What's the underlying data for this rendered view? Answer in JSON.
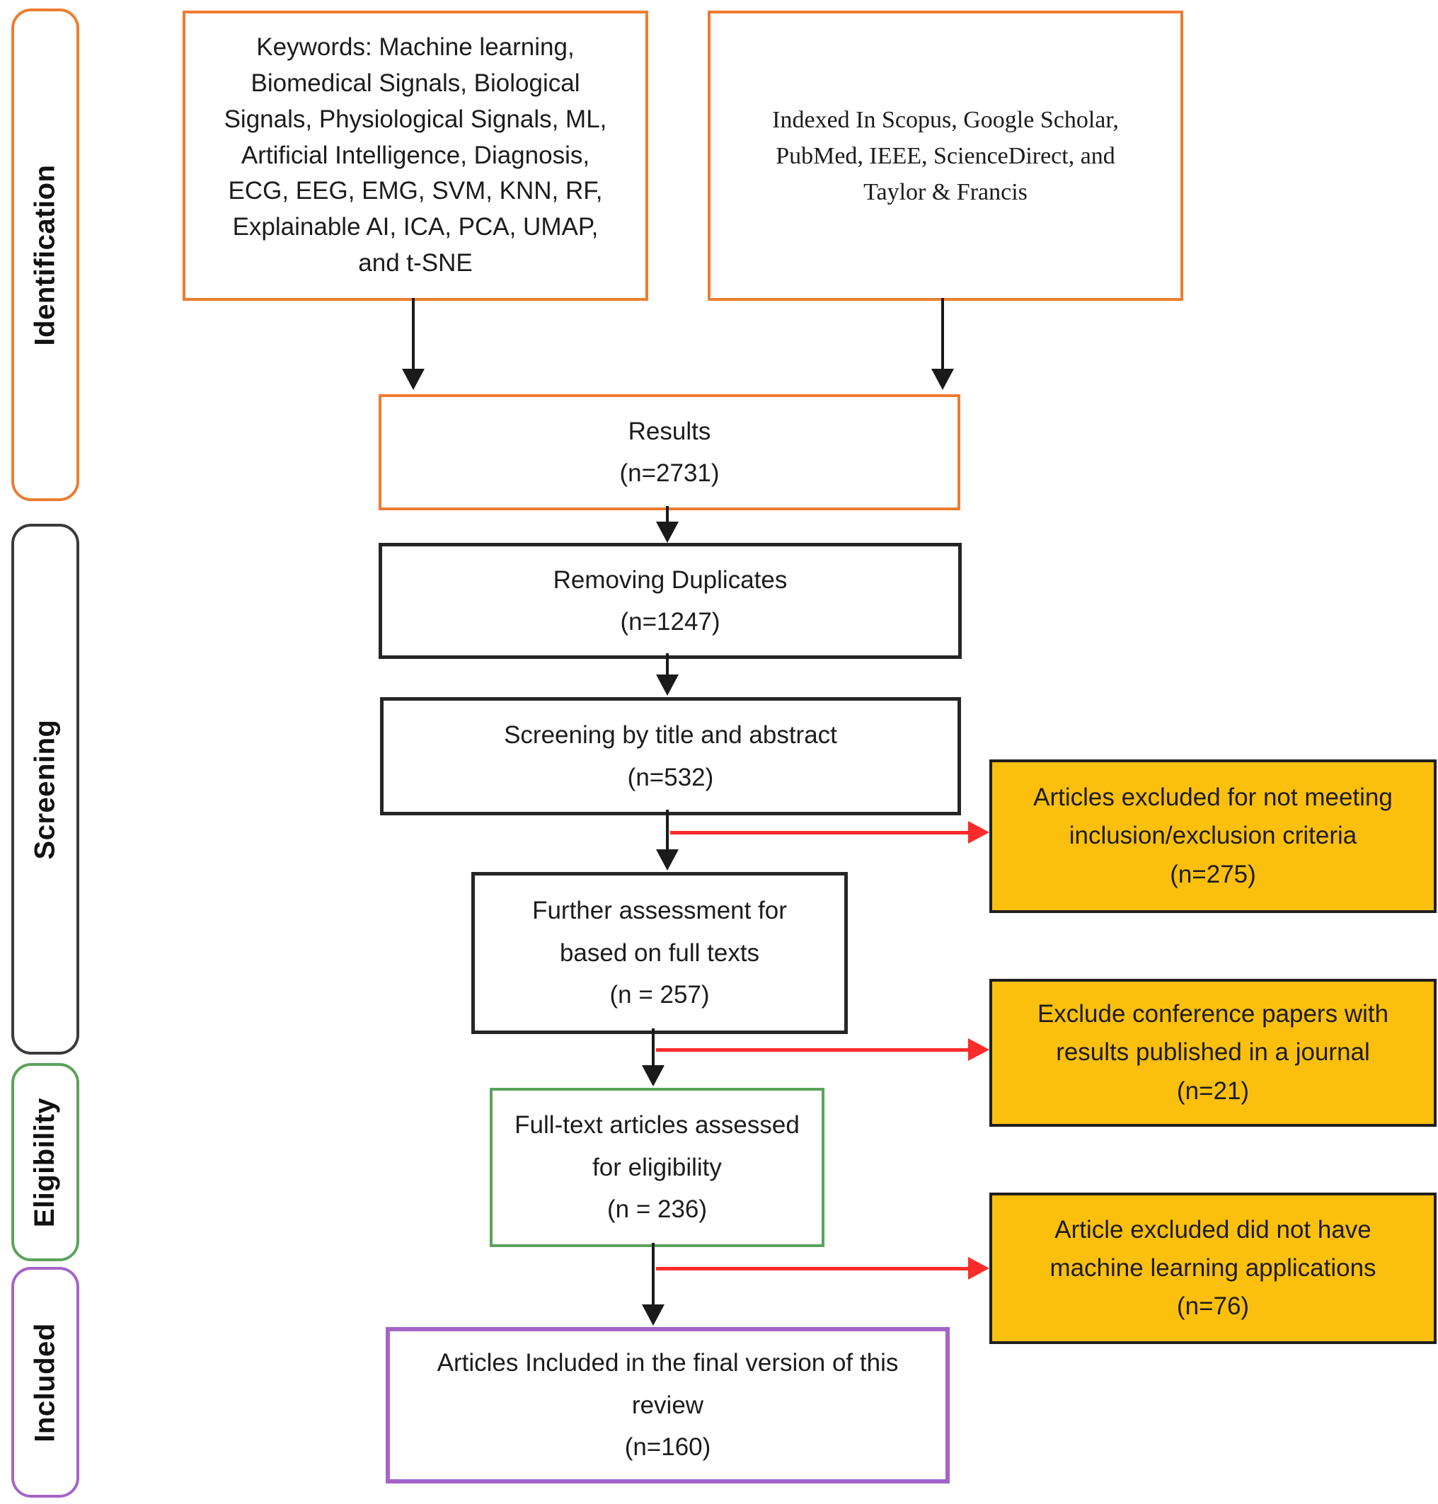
{
  "palette": {
    "orange": "#ED7D31",
    "ink": "#262626",
    "green": "#5BA35B",
    "purple": "#A663C9",
    "yellow": "#FBBF0E",
    "red": "#FB2B2A"
  },
  "sidebar": {
    "stages": [
      {
        "label": "Identification"
      },
      {
        "label": "Screening"
      },
      {
        "label": "Eligibility"
      },
      {
        "label": "Included"
      }
    ]
  },
  "boxes": {
    "keywords": {
      "text": "Keywords: Machine learning, Biomedical Signals, Biological Signals, Physiological Signals, ML, Artificial Intelligence, Diagnosis, ECG, EEG, EMG, SVM, KNN, RF, Explainable AI, ICA, PCA, UMAP, and t-SNE"
    },
    "indexed": {
      "text": "Indexed In Scopus, Google Scholar, PubMed, IEEE, ScienceDirect, and Taylor & Francis"
    },
    "results": {
      "text": "Results",
      "n": "(n=2731)"
    },
    "duplicates": {
      "text": "Removing Duplicates",
      "n": "(n=1247)"
    },
    "title_abstract": {
      "text": "Screening by title and abstract",
      "n": "(n=532)"
    },
    "full_text_assessment": {
      "text": "Further assessment for based on full texts",
      "n": "(n = 257)"
    },
    "eligibility_assessed": {
      "text": "Full-text articles assessed for eligibility",
      "n": "(n = 236)"
    },
    "final_included": {
      "text": "Articles Included in the final version of this review",
      "n": "(n=160)"
    },
    "excluded_criteria": {
      "text": "Articles excluded for not meeting inclusion/exclusion criteria",
      "n": "(n=275)"
    },
    "excluded_conference": {
      "text": "Exclude conference papers with results published in a journal",
      "n": "(n=21)"
    },
    "excluded_no_ml": {
      "text": "Article excluded did not have machine learning applications",
      "n": "(n=76)"
    }
  }
}
